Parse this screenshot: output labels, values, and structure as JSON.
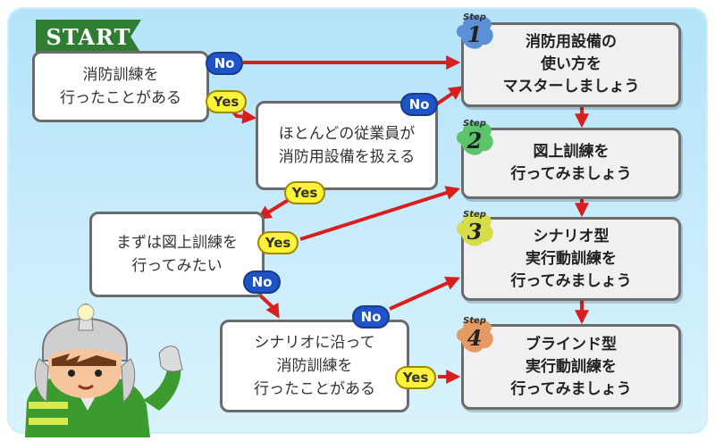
{
  "start_label": "START",
  "questions": [
    {
      "id": "q1",
      "text": "消防訓練を\n行ったことがある"
    },
    {
      "id": "q2",
      "text": "ほとんどの従業員が\n消防用設備を扱える"
    },
    {
      "id": "q3",
      "text": "まずは図上訓練を\n行ってみたい"
    },
    {
      "id": "q4",
      "text": "シナリオに沿って\n消防訓練を\n行ったことがある"
    }
  ],
  "steps": [
    {
      "step_label": "Step",
      "number": "1",
      "text": "消防用設備の\n使い方を\nマスターしましょう",
      "color": "#5b8fd6"
    },
    {
      "step_label": "Step",
      "number": "2",
      "text": "図上訓練を\n行ってみましょう",
      "color": "#5cc46a"
    },
    {
      "step_label": "Step",
      "number": "3",
      "text": "シナリオ型\n実行動訓練を\n行ってみましょう",
      "color": "#d7dd4a"
    },
    {
      "step_label": "Step",
      "number": "4",
      "text": "ブラインド型\n実行動訓練を\n行ってみましょう",
      "color": "#e59a63"
    }
  ],
  "answers": {
    "yes": "Yes",
    "no": "No"
  },
  "colors": {
    "arrow": "#d91e1e",
    "no_pill": "#1f54c9",
    "yes_pill": "#fff23a",
    "start_tag": "#2e7d32",
    "background": "#c9ecfb"
  }
}
